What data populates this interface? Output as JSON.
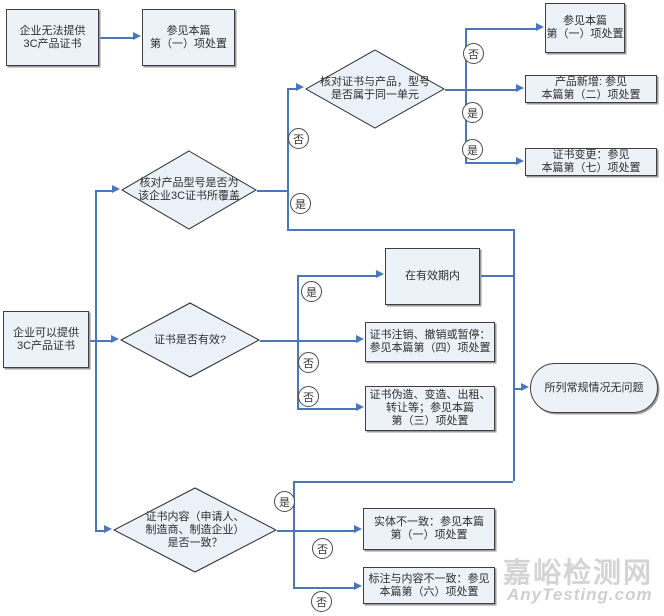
{
  "nodes": {
    "no_cert": "企业无法提供\n3C产品证书",
    "see_item1_top": "参见本篇\n第（一）项处置",
    "has_cert": "企业可以提供\n3C产品证书",
    "d_same_unit": "核对证书与产品，型号\n是否属于同一单元",
    "d_covered": "核对产品型号是否为\n该企业3C证书所覆盖",
    "d_valid": "证书是否有效?",
    "d_consistent": "证书内容（申请人、\n制造商、制造企业）\n是否一致？",
    "see_item1_right": "参见本篇\n第（一）项处置",
    "new_product": "产品新增: 参见\n本篇第（二）项处置",
    "cert_change": "证书变更：参见\n本篇第（七）项处置",
    "in_validity": "在有效期内",
    "cert_revoked": "证书注销、撤销或暂停：\n参见本篇第（四）项处置",
    "cert_forged": "证书伪造、变造、出租、\n转让等；参见本篇\n第（三）项处置",
    "entity_mismatch": "实体不一致：参见本篇\n第（一）项处置",
    "label_mismatch": "标注与内容不一致：参见\n本篇第（六）项处置",
    "no_problem": "所列常规情况无问题"
  },
  "decision_labels": {
    "yes": "是",
    "no": "否"
  },
  "watermark": {
    "cn": "嘉峪检测网",
    "en": "AnyTesting.com"
  },
  "colors": {
    "flow_line": "#4a76bc",
    "node_fill": "#edf2f9",
    "node_border": "#3f3f3f",
    "watermark": "#d4d4d4"
  }
}
